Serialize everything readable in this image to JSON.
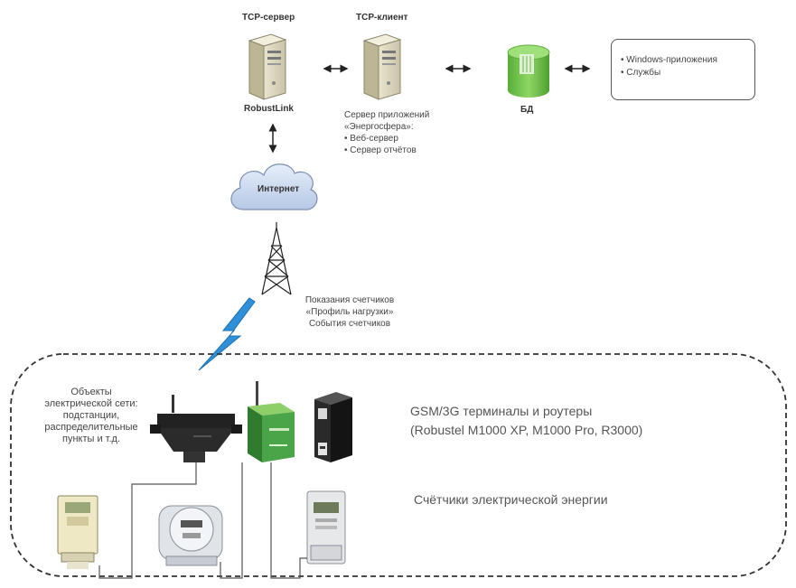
{
  "top": {
    "tcp_server_title": "TCP-сервер",
    "tcp_client_title": "TCP-клиент",
    "robustlink": "RobustLink",
    "db": "БД",
    "app_server": {
      "line1": "Сервер приложений",
      "line2": "«Энергосфера»:",
      "line3": "• Веб-сервер",
      "line4": "• Сервер отчётов"
    },
    "apps": {
      "item1": "• Windows-приложения",
      "item2": "• Службы"
    },
    "internet": "Интернет"
  },
  "tower_note": {
    "line1": "Показания счетчиков",
    "line2": "«Профиль нагрузки»",
    "line3": "События счетчиков"
  },
  "objects": {
    "line1": "Объекты",
    "line2": "электрической сети:",
    "line3": "подстанции,",
    "line4": "распределительные",
    "line5": "пункты и т.д."
  },
  "terminals": {
    "line1": "GSM/3G терминалы и роутеры",
    "line2": "(Robustel M1000 XP, M1000 Pro, R3000)"
  },
  "meters": "Счётчики электрической энергии",
  "colors": {
    "db_green": "#6fc24a",
    "cloud_blue": "#c9d8ef",
    "lightning": "#2f8fd8",
    "router_green": "#4aa548"
  }
}
